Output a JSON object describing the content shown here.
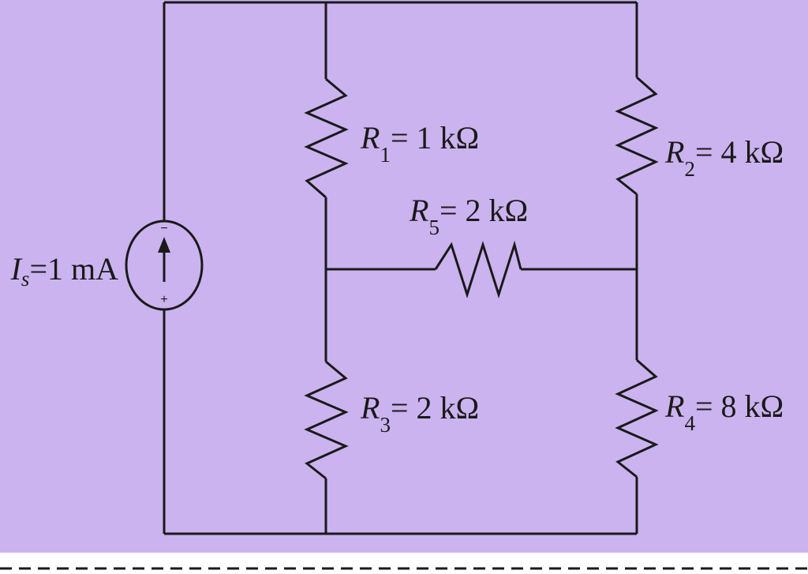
{
  "colors": {
    "background": "#cbb3ef",
    "wire": "#1a1a1a",
    "page": "#ffffff"
  },
  "source": {
    "symbol": "I",
    "subscript": "s",
    "value": "=1 mA",
    "minus": "−",
    "plus": "+"
  },
  "resistors": {
    "r1": {
      "symbol": "R",
      "index": "1",
      "value": "= 1 kΩ"
    },
    "r2": {
      "symbol": "R",
      "index": "2",
      "value": "= 4 kΩ"
    },
    "r3": {
      "symbol": "R",
      "index": "3",
      "value": "= 2 kΩ"
    },
    "r4": {
      "symbol": "R",
      "index": "4",
      "value": "= 8 kΩ"
    },
    "r5": {
      "symbol": "R",
      "index": "5",
      "value": "= 2 kΩ"
    }
  }
}
